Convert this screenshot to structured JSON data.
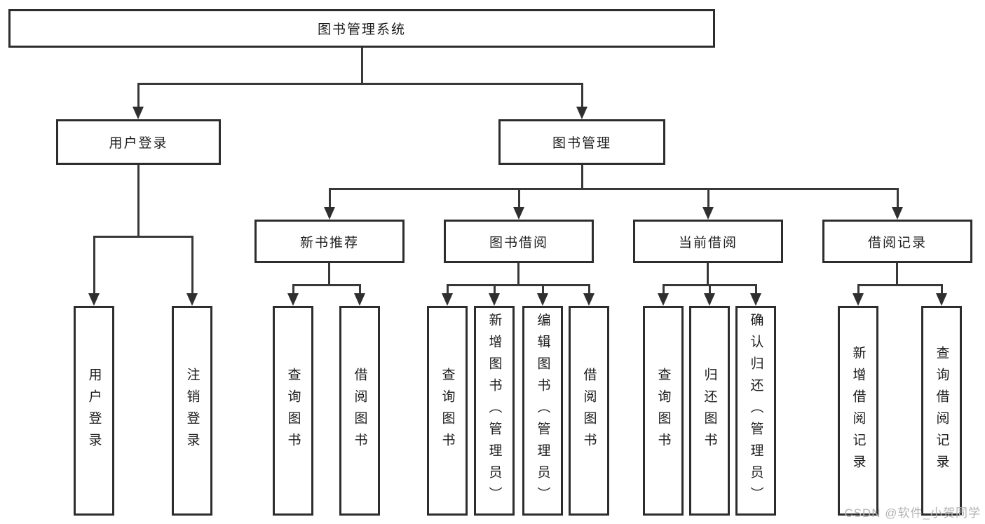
{
  "root": {
    "label": "图书管理系统"
  },
  "nodes": {
    "user_login": {
      "label": "用户登录"
    },
    "book_mgmt": {
      "label": "图书管理"
    },
    "new_book": {
      "label": "新书推荐"
    },
    "book_borrow": {
      "label": "图书借阅"
    },
    "current_borrow": {
      "label": "当前借阅"
    },
    "borrow_record": {
      "label": "借阅记录"
    }
  },
  "leaves": {
    "login": {
      "label": "用户登录"
    },
    "logout": {
      "label": "注销登录"
    },
    "nb_query": {
      "label": "查询图书"
    },
    "nb_borrow": {
      "label": "借阅图书"
    },
    "bb_query": {
      "label": "查询图书"
    },
    "bb_add": {
      "label": "新增图书（管理员）"
    },
    "bb_edit": {
      "label": "编辑图书（管理员）"
    },
    "bb_borrow": {
      "label": "借阅图书"
    },
    "cb_query": {
      "label": "查询图书"
    },
    "cb_return": {
      "label": "归还图书"
    },
    "cb_confirm": {
      "label": "确认归还（管理员）"
    },
    "br_add": {
      "label": "新增借阅记录"
    },
    "br_query": {
      "label": "查询借阅记录"
    }
  },
  "watermark": {
    "text": "CSDN @软件_小贺同学"
  },
  "colors": {
    "background": "#ffffff",
    "box_border": "#2d2d2d",
    "line": "#383838",
    "text": "#1c1c1c",
    "watermark": "#b3b3b3"
  }
}
